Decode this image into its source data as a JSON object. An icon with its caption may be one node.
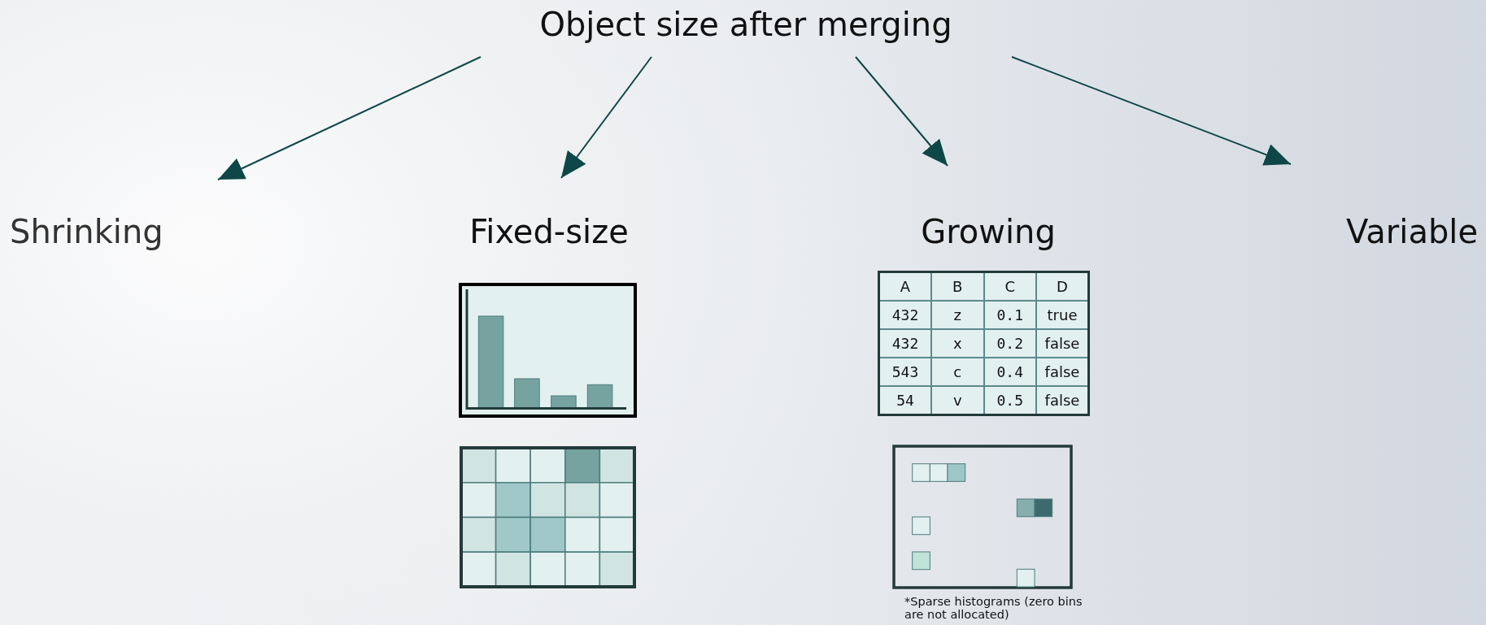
{
  "diagram": {
    "nodes": [
      {
        "text": [
          "Object size after merging"
        ]
      },
      {
        "text": [
          "Shrinking"
        ]
      },
      {
        "text": [
          "Fixed-size"
        ]
      },
      {
        "text": [
          "Growing"
        ]
      },
      {
        "text": [
          "Variable"
        ]
      }
    ],
    "edges": [
      {
        "from": 0,
        "to": 1,
        "arrow": "to"
      },
      {
        "from": 0,
        "to": 2,
        "arrow": "to"
      },
      {
        "from": 0,
        "to": 3,
        "arrow": "to"
      },
      {
        "from": 0,
        "to": 4,
        "arrow": "to"
      }
    ],
    "labels": [
      "A",
      "B",
      "C",
      "D",
      "432",
      "z",
      "0.1",
      "true",
      "432",
      "x",
      "0.2",
      "false",
      "543",
      "c",
      "0.4",
      "false",
      "54",
      "v",
      "0.5",
      "false",
      "*Sparse histograms (zero bins are not allocated)"
    ]
  }
}
